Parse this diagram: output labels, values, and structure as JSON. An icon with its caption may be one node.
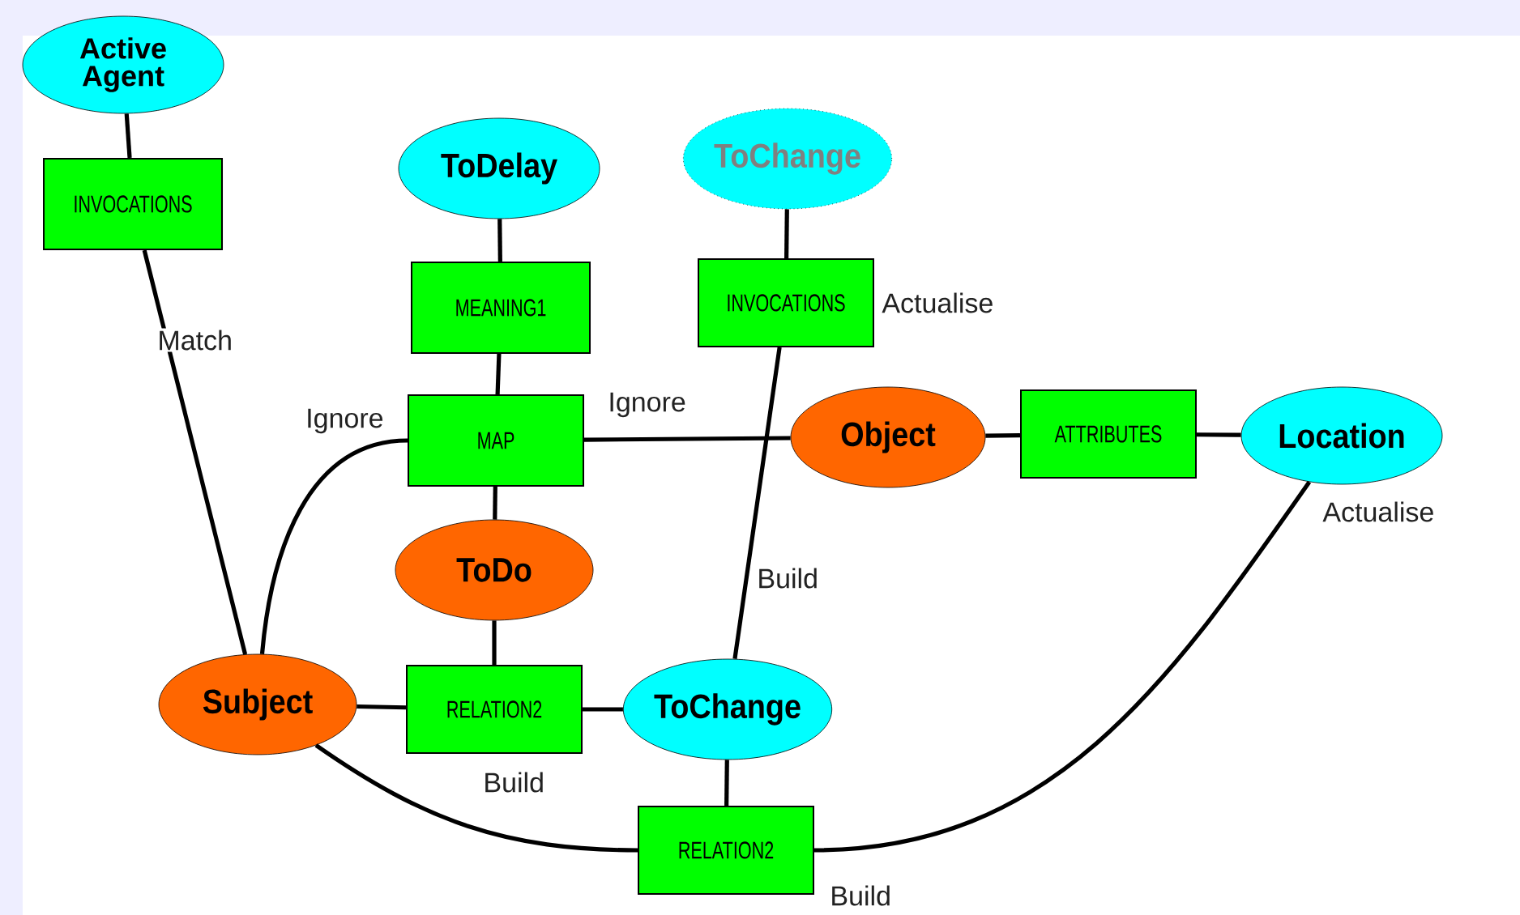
{
  "diagram": {
    "nodes": [
      {
        "text": [
          "Active Agent"
        ]
      },
      {
        "text": [
          "INVOCATIONS"
        ]
      },
      {
        "text": [
          "ToDelay"
        ]
      },
      {
        "text": [
          "ToChange"
        ]
      },
      {
        "text": [
          "MEANING1"
        ]
      },
      {
        "text": [
          "INVOCATIONS"
        ],
        "beside": [
          "Actualise"
        ]
      },
      {
        "text": [
          "MAP"
        ]
      },
      {
        "text": [
          "Object"
        ]
      },
      {
        "text": [
          "ATTRIBUTES"
        ]
      },
      {
        "text": [
          "Location"
        ],
        "beside": [
          "Actualise"
        ]
      },
      {
        "text": [
          "ToDo"
        ]
      },
      {
        "text": [
          "Subject"
        ]
      },
      {
        "text": [
          "RELATION2"
        ],
        "beside": [
          "Build"
        ]
      },
      {
        "text": [
          "ToChange"
        ]
      },
      {
        "text": [
          "RELATION2"
        ],
        "beside": [
          "Build"
        ]
      }
    ],
    "edges": [
      {
        "from": 0,
        "to": 1,
        "arrow": "none"
      },
      {
        "from": 1,
        "to": 11,
        "arrow": "none",
        "label": "Match"
      },
      {
        "from": 2,
        "to": 4,
        "arrow": "none"
      },
      {
        "from": 4,
        "to": 6,
        "arrow": "none"
      },
      {
        "from": 6,
        "to": 11,
        "arrow": "none",
        "label": "Ignore"
      },
      {
        "from": 6,
        "to": 7,
        "arrow": "none",
        "label": "Ignore"
      },
      {
        "from": 3,
        "to": 5,
        "arrow": "none"
      },
      {
        "from": 5,
        "to": 13,
        "arrow": "none",
        "label": "Build"
      },
      {
        "from": 7,
        "to": 8,
        "arrow": "none"
      },
      {
        "from": 8,
        "to": 9,
        "arrow": "none"
      },
      {
        "from": 6,
        "to": 10,
        "arrow": "none"
      },
      {
        "from": 10,
        "to": 12,
        "arrow": "none"
      },
      {
        "from": 11,
        "to": 12,
        "arrow": "none"
      },
      {
        "from": 12,
        "to": 13,
        "arrow": "none"
      },
      {
        "from": 13,
        "to": 14,
        "arrow": "none"
      },
      {
        "from": 11,
        "to": 14,
        "arrow": "none"
      },
      {
        "from": 14,
        "to": 9,
        "arrow": "none"
      }
    ]
  }
}
